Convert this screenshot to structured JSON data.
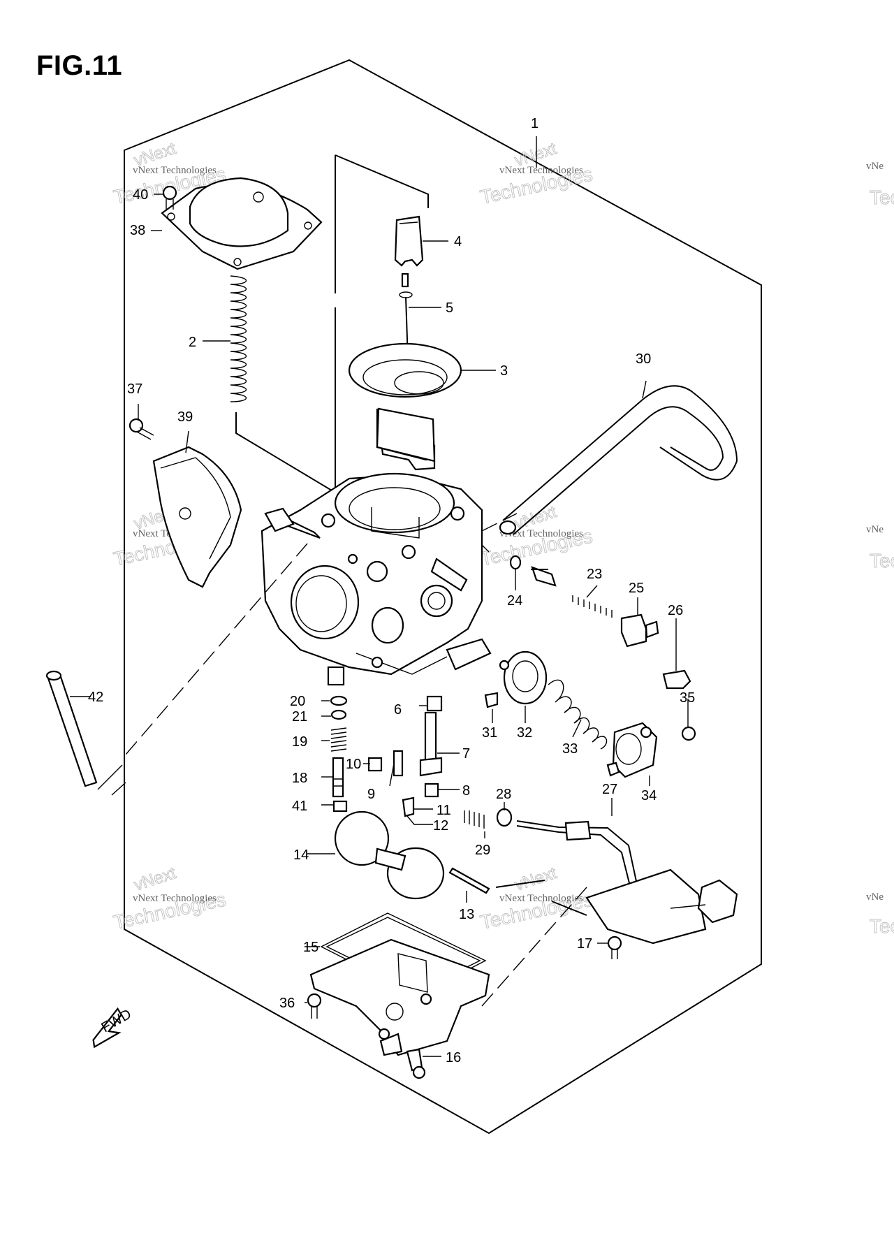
{
  "figure": {
    "title": "FIG.11",
    "fwd_label": "FWD"
  },
  "watermark": {
    "line1": "vNext",
    "line2": "Technologies",
    "caption": "vNext Technologies",
    "edge_fragment": "vNe",
    "edge_fragment2": "Tec"
  },
  "callouts": [
    "1",
    "2",
    "3",
    "4",
    "5",
    "6",
    "7",
    "8",
    "9",
    "10",
    "11",
    "12",
    "13",
    "14",
    "15",
    "16",
    "17",
    "19",
    "18",
    "20",
    "21",
    "23",
    "24",
    "25",
    "26",
    "27",
    "28",
    "29",
    "30",
    "31",
    "32",
    "33",
    "34",
    "35",
    "36",
    "37",
    "38",
    "39",
    "40",
    "41",
    "42"
  ]
}
